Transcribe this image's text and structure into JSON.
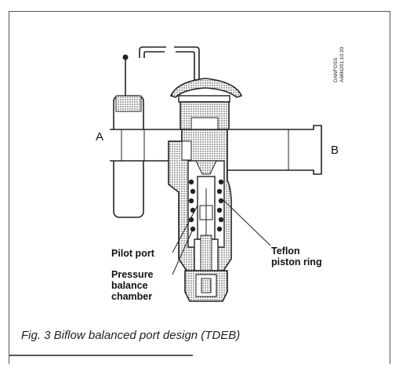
{
  "labels": {
    "port_a": "A",
    "port_b": "B",
    "pilot_port": "Pilot port",
    "pressure_line1": "Pressure",
    "pressure_line2": "balance",
    "pressure_line3": "chamber",
    "teflon_line1": "Teflon",
    "teflon_line2": "piston ring"
  },
  "stamp": {
    "line1": "DANFOSS",
    "line2": "A68N201.10.20"
  },
  "caption": "Fig. 3 Biflow balanced port design (TDEB)"
}
